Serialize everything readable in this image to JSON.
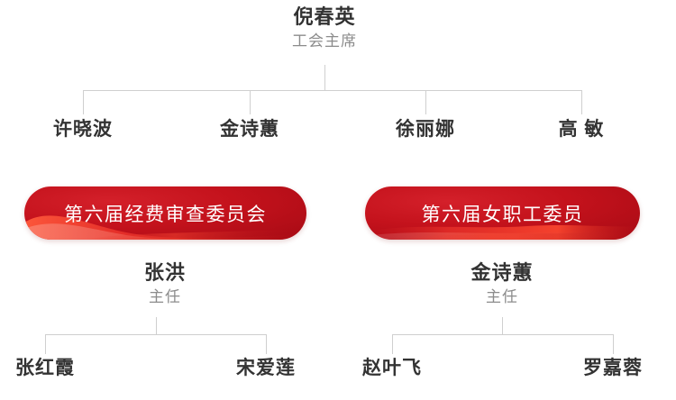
{
  "chart": {
    "type": "org-chart",
    "colors": {
      "name_text": "#333333",
      "title_text": "#8c8c8c",
      "connector": "#cfcfcf",
      "pill_red_dark": "#a60a14",
      "pill_red_mid": "#c4121c",
      "pill_red_light": "#e8312a",
      "pill_label": "#ffffff",
      "background": "#ffffff"
    },
    "root": {
      "name": "倪春英",
      "title": "工会主席"
    },
    "level2": [
      {
        "name": "许晓波"
      },
      {
        "name": "金诗蕙"
      },
      {
        "name": "徐丽娜"
      },
      {
        "name": "高 敏"
      }
    ],
    "committees": [
      {
        "label": "第六届经费审查委员会",
        "chair": {
          "name": "张洪",
          "title": "主任"
        },
        "members": [
          {
            "name": "张红霞"
          },
          {
            "name": "宋爱莲"
          }
        ]
      },
      {
        "label": "第六届女职工委员",
        "chair": {
          "name": "金诗蕙",
          "title": "主任"
        },
        "members": [
          {
            "name": "赵叶飞"
          },
          {
            "name": "罗嘉蓉"
          }
        ]
      }
    ]
  }
}
